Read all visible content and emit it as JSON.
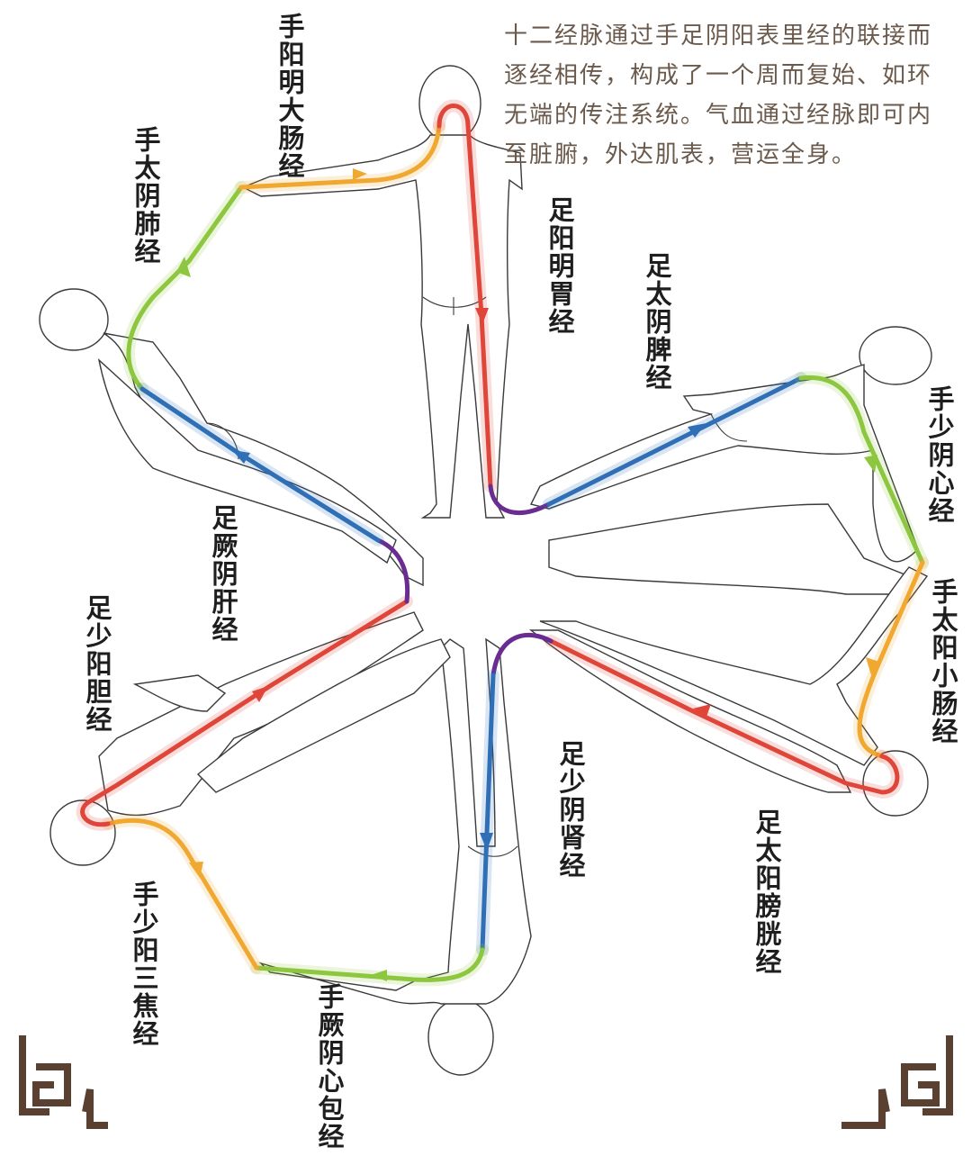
{
  "description_lines": [
    "十二经脉通过手足阴阳表里经的联接而",
    "逐经相传，构成了一个周而复始、如环",
    "无端的传注系统。气血通过经脉即可内",
    "至脏腑，外达肌表，营运全身。"
  ],
  "meridians": {
    "lung": "手太阴肺经",
    "large_intestine": "手阳明大肠经",
    "stomach": "足阳明胃经",
    "spleen": "足太阴脾经",
    "heart": "手少阴心经",
    "small_intestine": "手太阳小肠经",
    "bladder": "足太阳膀胱经",
    "kidney": "足少阴肾经",
    "pericardium": "手厥阴心包经",
    "sanjiao": "手少阳三焦经",
    "gallbladder": "足少阳胆经",
    "liver": "足厥阴肝经"
  },
  "colors": {
    "taiyin": "#8dc63f",
    "yangming_hand": "#f0a830",
    "yangming_foot": "#e0453a",
    "shaoyin": "#8dc63f",
    "jueyin": "#2f6fb5",
    "junction": "#6a2c91",
    "text": "#6b5a4c",
    "corner": "#5a4030"
  }
}
